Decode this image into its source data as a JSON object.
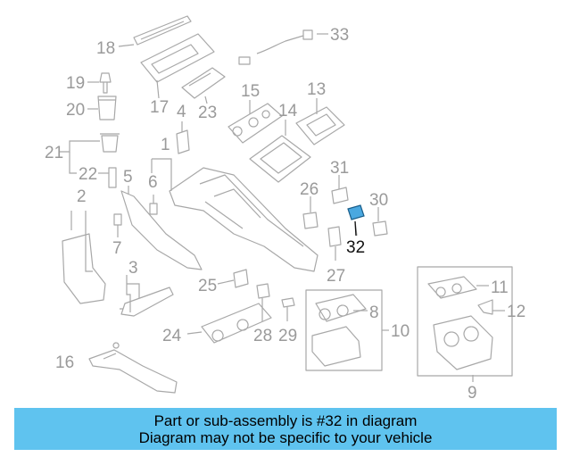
{
  "diagram": {
    "highlight_part": "32",
    "callouts": [
      "1",
      "2",
      "3",
      "4",
      "5",
      "6",
      "7",
      "8",
      "9",
      "10",
      "11",
      "12",
      "13",
      "14",
      "15",
      "16",
      "17",
      "18",
      "19",
      "20",
      "21",
      "22",
      "23",
      "24",
      "25",
      "26",
      "27",
      "28",
      "29",
      "30",
      "31",
      "32",
      "33"
    ],
    "highlight_color": "#4aa8e0"
  },
  "banner": {
    "line1": "Part or sub-assembly is #32 in diagram",
    "line2": "Diagram may not be specific to your vehicle",
    "color": "#5fc3ef"
  }
}
